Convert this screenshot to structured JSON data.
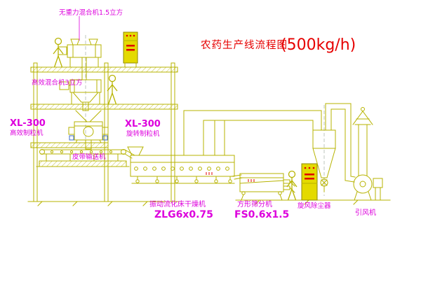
{
  "title": {
    "main": "农药生产线流程图",
    "capacity": "(500kg/h)"
  },
  "labels": {
    "top_mixer": "无重力混合机1.5立方",
    "floor_mixer": "高效混合机3立方",
    "left_granulator_model": "XL-300",
    "left_granulator_name": "高效制粒机",
    "mid_granulator_model": "XL-300",
    "mid_granulator_name": "旋转制粒机",
    "belt_conveyor": "皮带输送机",
    "dryer_name": "振动流化床干燥机",
    "dryer_model": "ZLG6x0.75",
    "sieve_name": "方形筛分机",
    "sieve_model": "FS0.6x1.5",
    "cyclone": "旋风除尘器",
    "fan": "引风机"
  },
  "colors": {
    "line": "#b7b300",
    "cabinet_fill": "#e4da00",
    "label": "#dd00dd",
    "title": "#e60000",
    "accent_blue": "#3a6bc8",
    "background": "#ffffff"
  }
}
